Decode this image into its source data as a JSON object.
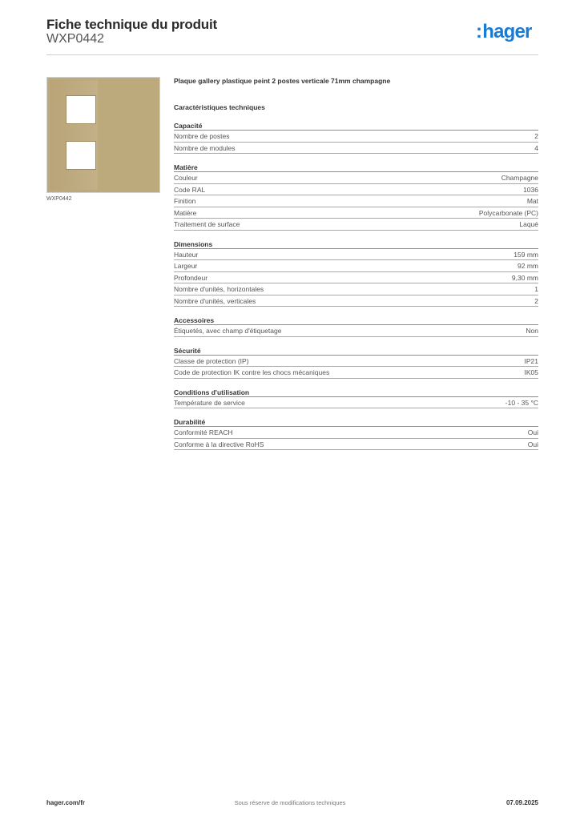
{
  "header": {
    "title": "Fiche technique du produit",
    "product_code": "WXP0442",
    "logo_text": "hager",
    "logo_prefix": ":",
    "logo_color": "#1a7bd4"
  },
  "image": {
    "caption": "WXP0442",
    "plate_color": "#bca97c"
  },
  "product_description": "Plaque gallery plastique peint 2 postes verticale 71mm champagne",
  "spec_heading": "Caractéristiques techniques",
  "sections": [
    {
      "title": "Capacité",
      "rows": [
        {
          "label": "Nombre de postes",
          "value": "2"
        },
        {
          "label": "Nombre de modules",
          "value": "4"
        }
      ]
    },
    {
      "title": "Matière",
      "rows": [
        {
          "label": "Couleur",
          "value": "Champagne"
        },
        {
          "label": "Code RAL",
          "value": "1036"
        },
        {
          "label": "Finition",
          "value": "Mat"
        },
        {
          "label": "Matière",
          "value": "Polycarbonate (PC)"
        },
        {
          "label": "Traitement de surface",
          "value": "Laqué"
        }
      ]
    },
    {
      "title": "Dimensions",
      "rows": [
        {
          "label": "Hauteur",
          "value": "159 mm"
        },
        {
          "label": "Largeur",
          "value": "92 mm"
        },
        {
          "label": "Profondeur",
          "value": "9,30 mm"
        },
        {
          "label": "Nombre d'unités, horizontales",
          "value": "1"
        },
        {
          "label": "Nombre d'unités, verticales",
          "value": "2"
        }
      ]
    },
    {
      "title": "Accessoires",
      "rows": [
        {
          "label": "Étiquetés, avec champ d'étiquetage",
          "value": "Non"
        }
      ]
    },
    {
      "title": "Sécurité",
      "rows": [
        {
          "label": "Classe de protection (IP)",
          "value": "IP21"
        },
        {
          "label": "Code de protection IK contre les chocs mécaniques",
          "value": "IK05"
        }
      ]
    },
    {
      "title": "Conditions d'utilisation",
      "rows": [
        {
          "label": "Température de service",
          "value": "-10 - 35 °C"
        }
      ]
    },
    {
      "title": "Durabilité",
      "rows": [
        {
          "label": "Conformité REACH",
          "value": "Oui"
        },
        {
          "label": "Conforme à la directive RoHS",
          "value": "Oui"
        }
      ]
    }
  ],
  "footer": {
    "website": "hager.com/fr",
    "notice": "Sous réserve de modifications techniques",
    "date": "07.09.2025"
  }
}
